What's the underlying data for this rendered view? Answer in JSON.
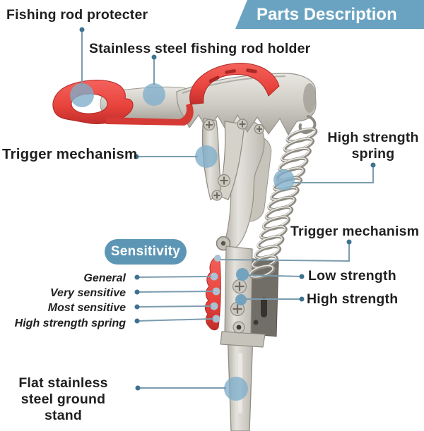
{
  "banner": {
    "title": "Parts Description"
  },
  "callouts": {
    "rod_protector": "Fishing rod protecter",
    "rod_holder": "Stainless steel fishing rod holder",
    "trigger_left": "Trigger mechanism",
    "spring": "High strength spring",
    "trigger_right": "Trigger mechanism",
    "low_strength": "Low strength",
    "high_strength": "High strength",
    "ground_stand": "Flat stainless steel ground stand"
  },
  "sensitivity": {
    "badge": "Sensitivity",
    "items": [
      "General",
      "Very sensitive",
      "Most sensitive",
      "High strength spring"
    ]
  },
  "colors": {
    "banner_bg": "#6AA3C2",
    "badge_bg": "#5D96B5",
    "marker_blue": "#7FAECB",
    "leader_line": "#7C9CAE",
    "leader_dot": "#3E7290",
    "label_text": "#1F1F1F",
    "product_red": "#E8433C",
    "product_metal": "#CFCCC5"
  }
}
